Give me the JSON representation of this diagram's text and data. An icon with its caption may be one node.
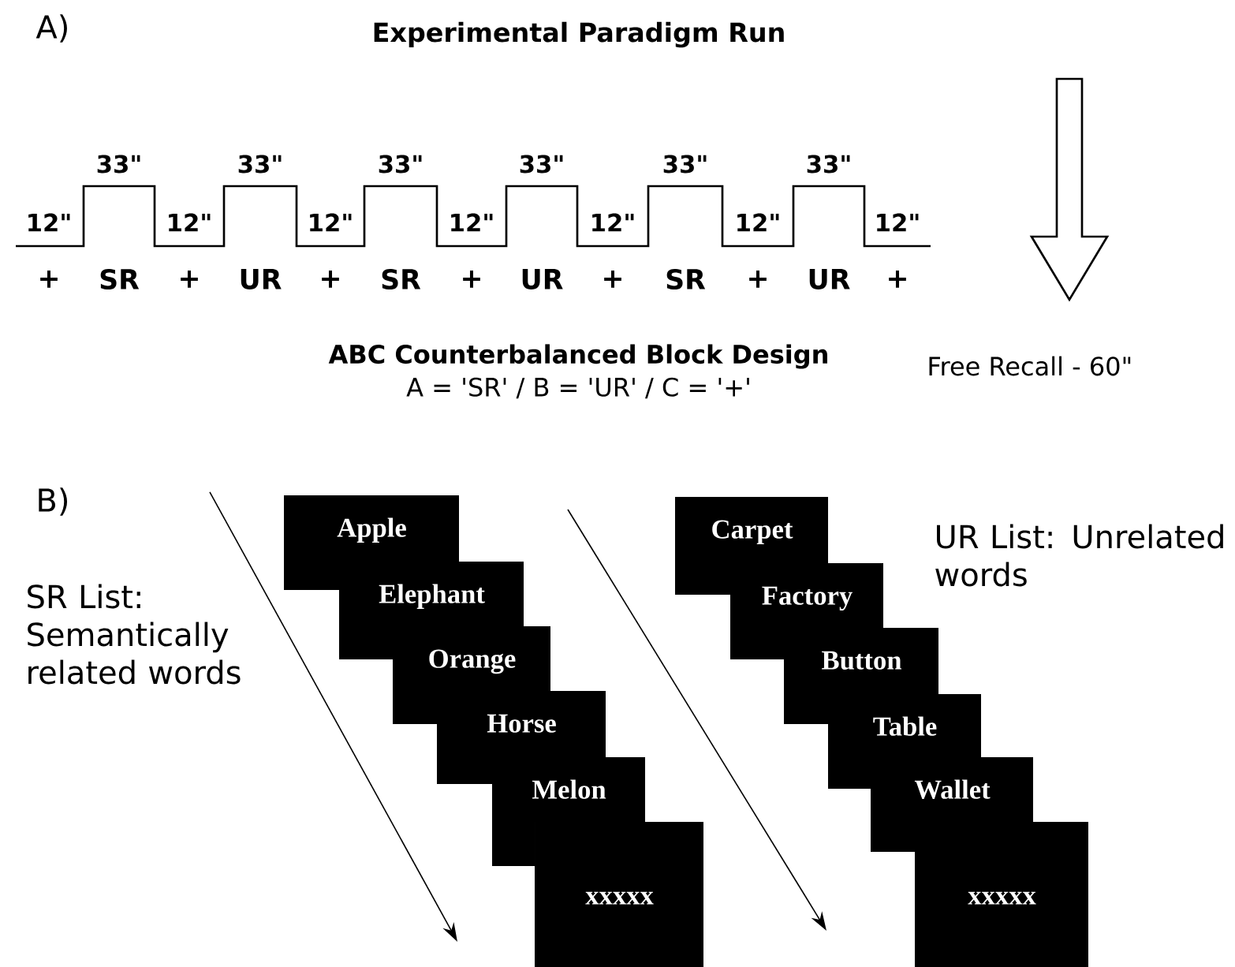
{
  "diagram": {
    "title": "Experimental Paradigm Run",
    "nodes": [
      {
        "text": [
          "Apple"
        ]
      },
      {
        "text": [
          "Elephant"
        ]
      },
      {
        "text": [
          "Orange"
        ]
      },
      {
        "text": [
          "Horse"
        ]
      },
      {
        "text": [
          "Melon"
        ]
      },
      {
        "text": [
          "xxxxx"
        ]
      },
      {
        "text": [
          "Carpet"
        ]
      },
      {
        "text": [
          "Factory"
        ]
      },
      {
        "text": [
          "Button"
        ]
      },
      {
        "text": [
          "Table"
        ]
      },
      {
        "text": [
          "Wallet"
        ]
      },
      {
        "text": [
          "xxxxx"
        ]
      }
    ],
    "labels": [
      "A)",
      "33\"",
      "33\"",
      "33\"",
      "33\"",
      "33\"",
      "33\"",
      "12\"",
      "12\"",
      "12\"",
      "12\"",
      "12\"",
      "12\"",
      "12\"",
      "+",
      "SR",
      "+",
      "UR",
      "+",
      "SR",
      "+",
      "UR",
      "+",
      "SR",
      "+",
      "UR",
      "+",
      "ABC Counterbalanced Block Design",
      "A = 'SR' / B = 'UR' / C = '+'",
      "Free Recall - 60\"",
      "B)",
      "UR List: Unrelated words",
      "SR List: Semantically related words"
    ]
  }
}
